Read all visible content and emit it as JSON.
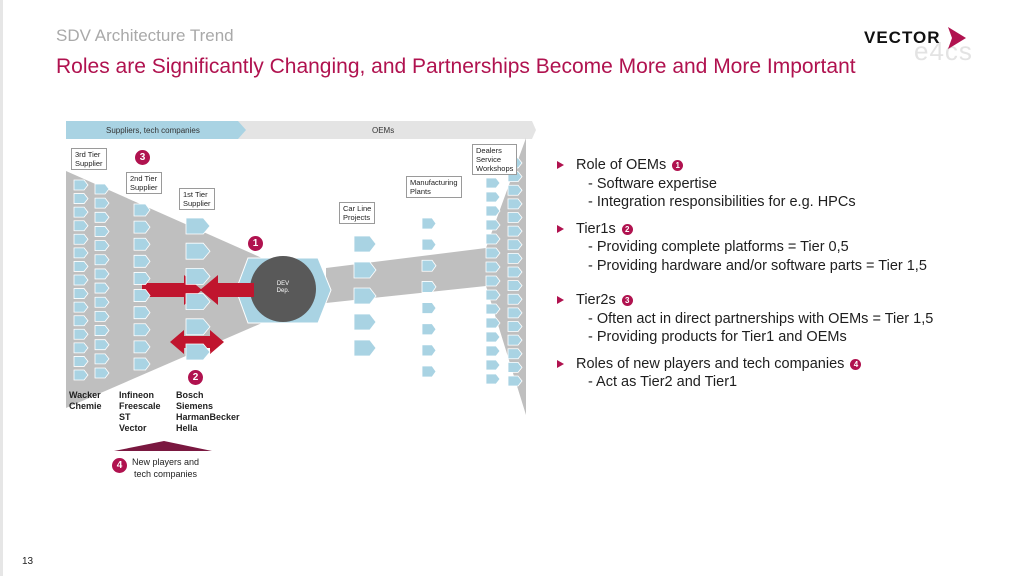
{
  "header": {
    "kicker": "SDV Architecture Trend",
    "title": "Roles are Significantly Changing, and Partnerships Become More and More Important"
  },
  "logo": {
    "word": "VECTOR",
    "sub": "e4cs"
  },
  "diagram": {
    "phase_suppliers": "Suppliers, tech companies",
    "phase_oems": "OEMs",
    "tier3_label": "3rd Tier\nSupplier",
    "tier2_label": "2nd Tier\nSupplier",
    "tier1_label": "1st Tier\nSupplier",
    "car_line_label": "Car Line\nProjects",
    "manufacturing_label": "Manufacturing\nPlants",
    "dealers_label": "Dealers\nService\nWorkshops",
    "dev_label": "DEV\nDep.",
    "badge1": "1",
    "badge2": "2",
    "badge3": "3",
    "badge4": "4",
    "names_tier3": "Wacker\nChemie",
    "names_tier2": "Infineon\nFreescale\nST\nVector",
    "names_tier1": "Bosch\nSiemens\nHarmanBecker\nHella",
    "new_players": "New players and\ntech companies"
  },
  "bullets": [
    {
      "title": "Role of OEMs",
      "num": "1",
      "subs": [
        "- Software expertise",
        "- Integration responsibilities for e.g. HPCs"
      ]
    },
    {
      "title": "Tier1s",
      "num": "2",
      "subs": [
        "- Providing complete platforms = Tier 0,5",
        "- Providing hardware and/or software parts = Tier 1,5"
      ]
    },
    {
      "title": "Tier2s",
      "num": "3",
      "subs": [
        "- Often act in direct partnerships with OEMs = Tier 1,5",
        "- Providing products for Tier1 and OEMs"
      ]
    },
    {
      "title": "Roles of new players and tech companies",
      "num": "4",
      "subs": [
        "- Act as Tier2 and Tier1"
      ]
    }
  ],
  "page_number": "13",
  "colors": {
    "accent": "#b0124f",
    "box_fill": "#a9d3e3",
    "funnel": "#bfbfbf",
    "arrow_red": "#c0152e"
  }
}
